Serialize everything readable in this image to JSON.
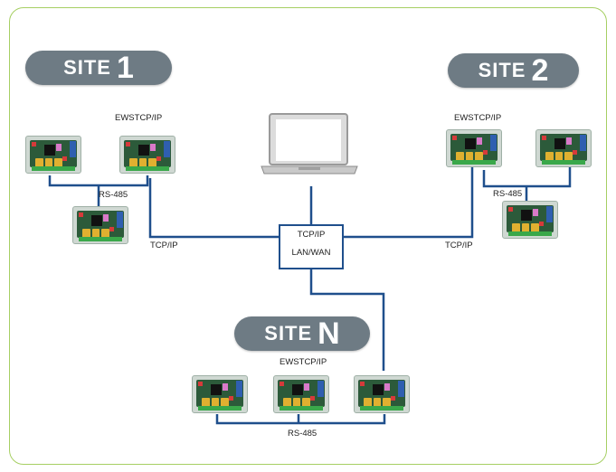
{
  "sites": [
    {
      "word": "SITE",
      "num": "1"
    },
    {
      "word": "SITE",
      "num": "2"
    },
    {
      "word": "SITE",
      "num": "N"
    }
  ],
  "labels": {
    "ewstcp_site1": "EWSTCP/IP",
    "ewstcp_site2": "EWSTCP/IP",
    "ewstcp_siten": "EWSTCP/IP",
    "rs485_site1": "RS-485",
    "rs485_site2": "RS-485",
    "rs485_siten": "RS-485",
    "tcpip_left": "TCP/IP",
    "tcpip_right": "TCP/IP"
  },
  "hub": {
    "line1": "TCP/IP",
    "line2": "LAN/WAN"
  },
  "colors": {
    "frame": "#a6cf63",
    "pill": "#6e7b84",
    "lines": "#1f4f8c"
  }
}
